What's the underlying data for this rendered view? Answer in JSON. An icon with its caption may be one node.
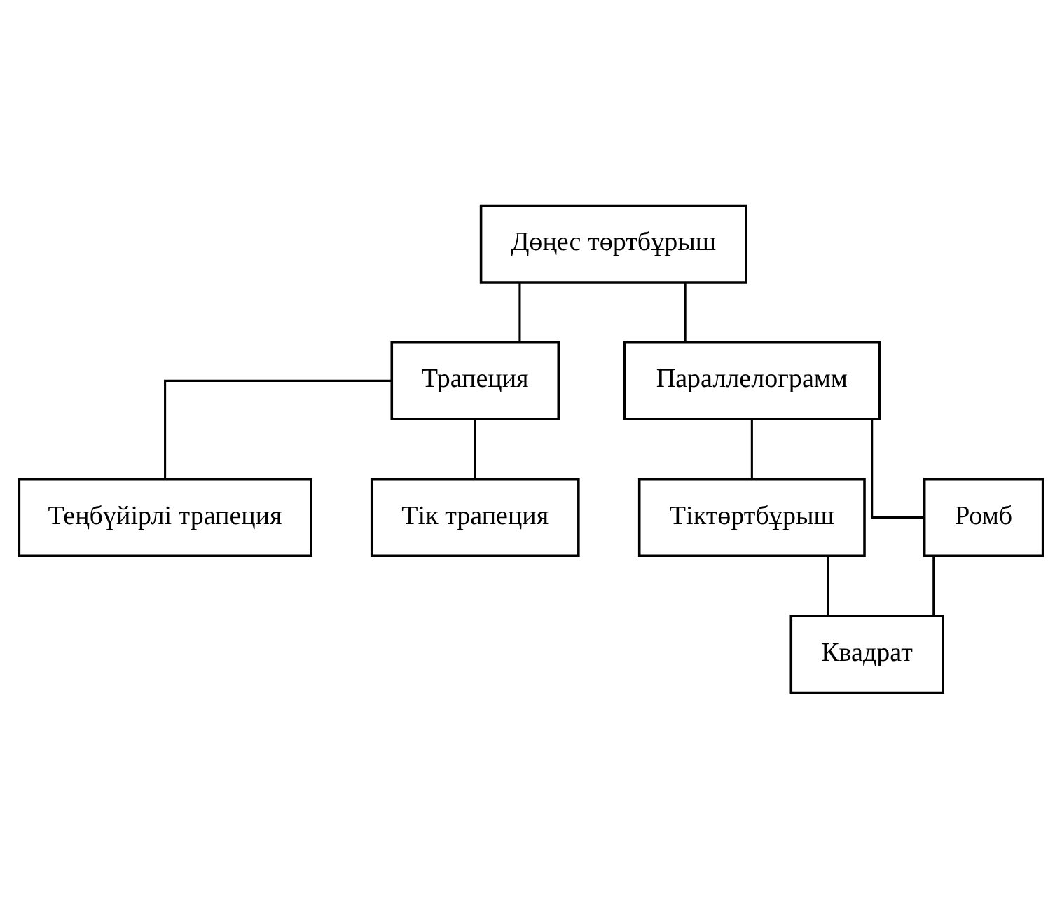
{
  "diagram": {
    "nodes": [
      {
        "text": [
          "Дөңес төртбұрыш"
        ]
      },
      {
        "text": [
          "Трапеция"
        ]
      },
      {
        "text": [
          "Теңбүйірлі трапеция"
        ]
      },
      {
        "text": [
          "Тік трапеция"
        ]
      },
      {
        "text": [
          "Параллелограмм"
        ]
      },
      {
        "text": [
          "Тіктөртбұрыш"
        ]
      },
      {
        "text": [
          "Ромб"
        ]
      },
      {
        "text": [
          "Квадрат"
        ]
      }
    ],
    "edges": [
      {
        "from": 0,
        "to": 1,
        "arrow": "none"
      },
      {
        "from": 0,
        "to": 4,
        "arrow": "none"
      },
      {
        "from": 1,
        "to": 2,
        "arrow": "none"
      },
      {
        "from": 1,
        "to": 3,
        "arrow": "none"
      },
      {
        "from": 4,
        "to": 5,
        "arrow": "none"
      },
      {
        "from": 4,
        "to": 6,
        "arrow": "none"
      },
      {
        "from": 5,
        "to": 7,
        "arrow": "none"
      },
      {
        "from": 6,
        "to": 7,
        "arrow": "none"
      }
    ]
  }
}
